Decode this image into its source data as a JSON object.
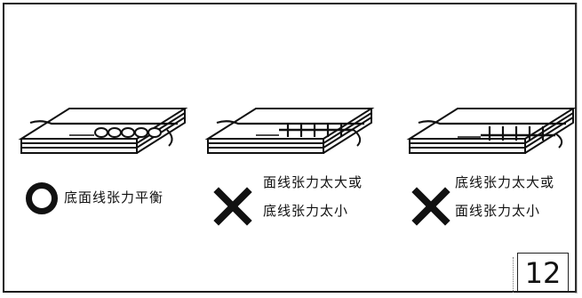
{
  "panels": [
    {
      "symbol": "circle-o",
      "verdict": "correct",
      "lines": [
        "底面线张力平衡"
      ]
    },
    {
      "symbol": "cross-x",
      "verdict": "wrong",
      "lines": [
        "面线张力太大或",
        "底线张力太小"
      ]
    },
    {
      "symbol": "cross-x",
      "verdict": "wrong",
      "lines": [
        "底线张力太大或",
        "面线张力太小"
      ]
    }
  ],
  "page_number": "12"
}
